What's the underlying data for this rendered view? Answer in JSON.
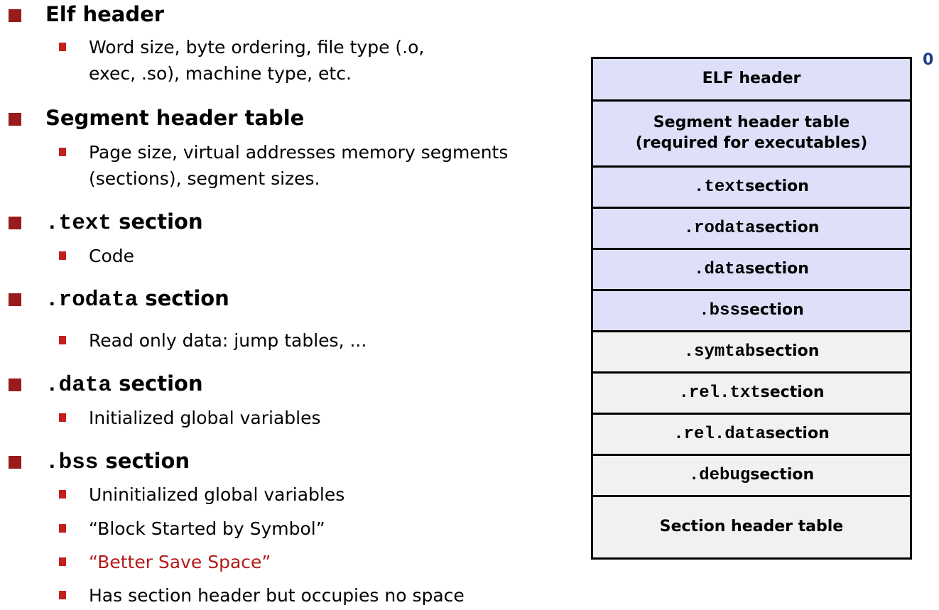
{
  "bullets": [
    {
      "prefix": "",
      "code": "",
      "suffix": "Elf header",
      "subs": [
        "Word size, byte ordering, file type (.o,",
        "exec, .so), machine type, etc."
      ]
    },
    {
      "prefix": "",
      "code": "",
      "suffix": "Segment header table",
      "subs": [
        "Page size, virtual addresses memory segments",
        "(sections), segment sizes."
      ]
    },
    {
      "code": ".text",
      "suffix": " section",
      "subs": [
        "Code"
      ]
    },
    {
      "code": ".rodata",
      "suffix": " section",
      "subs": [
        "Read only data: jump tables, ..."
      ]
    },
    {
      "code": ".data",
      "suffix": " section",
      "subs": [
        "Initialized global variables"
      ]
    },
    {
      "code": ".bss",
      "suffix": " section",
      "subs": [
        "Uninitialized global variables",
        "“Block Started by Symbol”",
        "“Better Save Space”",
        "Has section header but occupies no space"
      ]
    }
  ],
  "diagram": {
    "offset_label": "0",
    "rows": [
      {
        "line1": "ELF header",
        "code": "",
        "suffix": ""
      },
      {
        "line1": "Segment header table",
        "line2": "(required for executables)",
        "code": "",
        "suffix": ""
      },
      {
        "code": ".text",
        "suffix": " section"
      },
      {
        "code": ".rodata",
        "suffix": " section"
      },
      {
        "code": ".data",
        "suffix": " section"
      },
      {
        "code": ".bss",
        "suffix": " section"
      },
      {
        "code": ".symtab",
        "suffix": " section"
      },
      {
        "code": ".rel.txt",
        "suffix": " section"
      },
      {
        "code": ".rel.data",
        "suffix": " section"
      },
      {
        "code": ".debug",
        "suffix": " section"
      },
      {
        "line1": "Section header table",
        "code": "",
        "suffix": ""
      }
    ]
  },
  "colors": {
    "bullet_l1": "#9a1b1b",
    "bullet_l2": "#c41f1f",
    "highlight_text": "#b51a1a",
    "loaded_section_bg": "#dedff8",
    "other_section_bg": "#f1f1f1",
    "offset_label": "#1f3d8a"
  }
}
